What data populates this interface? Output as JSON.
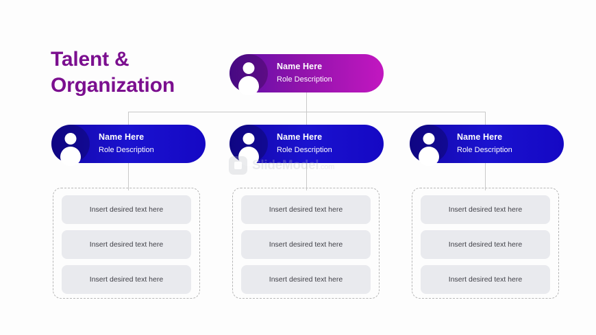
{
  "slide": {
    "title_line1": "Talent &",
    "title_line2": "Organization",
    "title_color": "#7b0f8f",
    "background": "#fdfdfd"
  },
  "watermark": {
    "brand": "SlideModel",
    "suffix": ".com",
    "logo_icon": "slide-logo-icon"
  },
  "top_node": {
    "name": "Name Here",
    "role": "Role Description",
    "avatar_icon": "user-avatar-icon",
    "gradient_from": "#5b0ea8",
    "gradient_to": "#c217c0"
  },
  "child_nodes": [
    {
      "name": "Name Here",
      "role": "Role Description",
      "avatar_icon": "user-avatar-icon",
      "gradient_from": "#1407a8",
      "gradient_to": "#1508c4"
    },
    {
      "name": "Name Here",
      "role": "Role Description",
      "avatar_icon": "user-avatar-icon",
      "gradient_from": "#1407a8",
      "gradient_to": "#1508c4"
    },
    {
      "name": "Name Here",
      "role": "Role Description",
      "avatar_icon": "user-avatar-icon",
      "gradient_from": "#1407a8",
      "gradient_to": "#1508c4"
    }
  ],
  "groups": [
    {
      "items": [
        "Insert desired text here",
        "Insert desired text here",
        "Insert desired text here"
      ]
    },
    {
      "items": [
        "Insert desired text here",
        "Insert desired text here",
        "Insert desired text here"
      ]
    },
    {
      "items": [
        "Insert desired text here",
        "Insert desired text here",
        "Insert desired text here"
      ]
    }
  ]
}
